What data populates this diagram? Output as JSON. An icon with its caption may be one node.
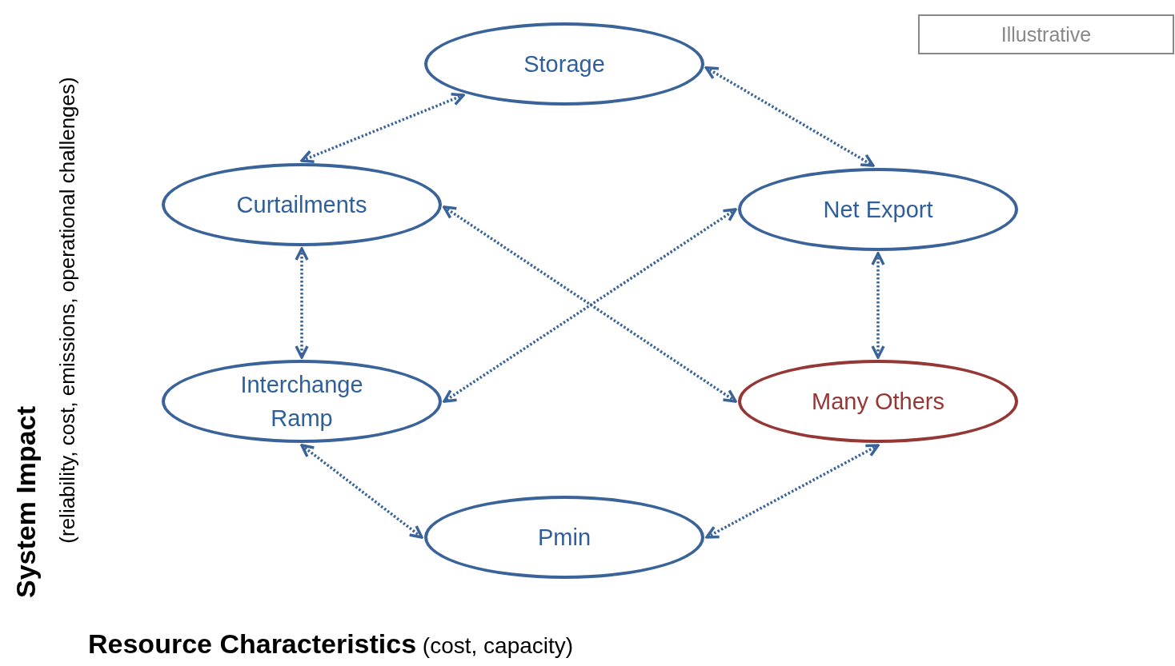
{
  "diagram": {
    "nodes": [
      {
        "text": [
          "Storage"
        ]
      },
      {
        "text": [
          "Curtailments"
        ]
      },
      {
        "text": [
          "Net Export"
        ]
      },
      {
        "text": [
          "Interchange Ramp"
        ]
      },
      {
        "text": [
          "Many Others"
        ]
      },
      {
        "text": [
          "Pmin"
        ]
      },
      {
        "text": [
          "Illustrative"
        ]
      }
    ],
    "edges": [
      {
        "from": 0,
        "to": 1,
        "arrow": "both",
        "style": "dashed"
      },
      {
        "from": 0,
        "to": 2,
        "arrow": "both",
        "style": "dashed"
      },
      {
        "from": 1,
        "to": 4,
        "arrow": "both",
        "style": "dashed"
      },
      {
        "from": 2,
        "to": 3,
        "arrow": "both",
        "style": "dashed"
      },
      {
        "from": 1,
        "to": 3,
        "arrow": "both",
        "style": "dashed"
      },
      {
        "from": 2,
        "to": 4,
        "arrow": "both",
        "style": "dashed"
      },
      {
        "from": 3,
        "to": 5,
        "arrow": "both",
        "style": "dashed"
      },
      {
        "from": 4,
        "to": 5,
        "arrow": "both",
        "style": "dashed"
      }
    ],
    "labels": [
      "System Impact",
      "(reliability, cost, emissions, operational challenges)",
      "**Resource Characteristics** (cost, capacity)"
    ]
  }
}
